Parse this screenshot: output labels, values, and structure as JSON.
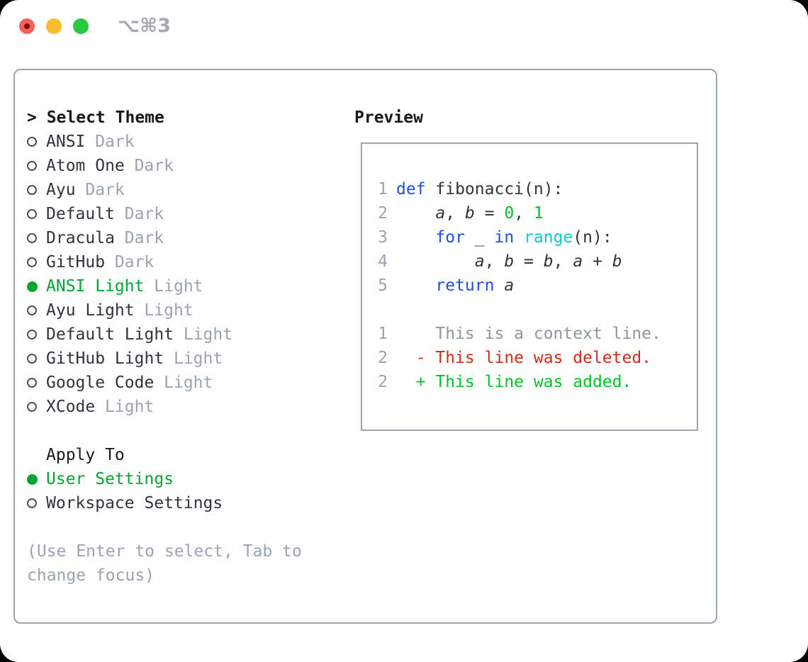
{
  "window": {
    "title": "⌥⌘3",
    "traffic_lights": [
      {
        "name": "close",
        "color": "#ff5f57"
      },
      {
        "name": "minimize",
        "color": "#febc2e"
      },
      {
        "name": "zoom",
        "color": "#28c840"
      }
    ]
  },
  "theme_selector": {
    "heading": "> Select Theme",
    "items": [
      {
        "label": "ANSI",
        "tag": "Dark",
        "selected": false
      },
      {
        "label": "Atom One",
        "tag": "Dark",
        "selected": false
      },
      {
        "label": "Ayu",
        "tag": "Dark",
        "selected": false
      },
      {
        "label": "Default",
        "tag": "Dark",
        "selected": false
      },
      {
        "label": "Dracula",
        "tag": "Dark",
        "selected": false
      },
      {
        "label": "GitHub",
        "tag": "Dark",
        "selected": false
      },
      {
        "label": "ANSI Light",
        "tag": "Light",
        "selected": true
      },
      {
        "label": "Ayu Light",
        "tag": "Light",
        "selected": false
      },
      {
        "label": "Default Light",
        "tag": "Light",
        "selected": false
      },
      {
        "label": "GitHub Light",
        "tag": "Light",
        "selected": false
      },
      {
        "label": "Google Code",
        "tag": "Light",
        "selected": false
      },
      {
        "label": "XCode",
        "tag": "Light",
        "selected": false
      }
    ],
    "apply_to": {
      "heading": "Apply To",
      "options": [
        {
          "label": "User Settings",
          "selected": true
        },
        {
          "label": "Workspace Settings",
          "selected": false
        }
      ]
    },
    "hint": "(Use Enter to select, Tab to change focus)"
  },
  "preview": {
    "heading": "Preview",
    "code_lines": [
      {
        "num": "1",
        "segments": [
          {
            "t": "def",
            "c": "keyword"
          },
          {
            "t": " fibonacci(n):",
            "c": "plain"
          }
        ]
      },
      {
        "num": "2",
        "segments": [
          {
            "t": "    ",
            "c": "plain"
          },
          {
            "t": "a",
            "c": "var"
          },
          {
            "t": ", ",
            "c": "plain"
          },
          {
            "t": "b",
            "c": "var"
          },
          {
            "t": " = ",
            "c": "plain"
          },
          {
            "t": "0",
            "c": "number"
          },
          {
            "t": ", ",
            "c": "plain"
          },
          {
            "t": "1",
            "c": "number"
          }
        ]
      },
      {
        "num": "3",
        "segments": [
          {
            "t": "    ",
            "c": "plain"
          },
          {
            "t": "for",
            "c": "keyword"
          },
          {
            "t": " _ ",
            "c": "plain"
          },
          {
            "t": "in",
            "c": "keyword"
          },
          {
            "t": " ",
            "c": "plain"
          },
          {
            "t": "range",
            "c": "builtin"
          },
          {
            "t": "(n):",
            "c": "plain"
          }
        ]
      },
      {
        "num": "4",
        "segments": [
          {
            "t": "        ",
            "c": "plain"
          },
          {
            "t": "a",
            "c": "var"
          },
          {
            "t": ", ",
            "c": "plain"
          },
          {
            "t": "b",
            "c": "var"
          },
          {
            "t": " = ",
            "c": "plain"
          },
          {
            "t": "b",
            "c": "var"
          },
          {
            "t": ", ",
            "c": "plain"
          },
          {
            "t": "a",
            "c": "var"
          },
          {
            "t": " + ",
            "c": "plain"
          },
          {
            "t": "b",
            "c": "var"
          }
        ]
      },
      {
        "num": "5",
        "segments": [
          {
            "t": "    ",
            "c": "plain"
          },
          {
            "t": "return",
            "c": "keyword"
          },
          {
            "t": " ",
            "c": "plain"
          },
          {
            "t": "a",
            "c": "var"
          }
        ]
      }
    ],
    "diff_lines": [
      {
        "num": "1",
        "text": "    This is a context line.",
        "kind": "context"
      },
      {
        "num": "2",
        "text": "  - This line was deleted.",
        "kind": "deleted"
      },
      {
        "num": "2",
        "text": "  + This line was added.",
        "kind": "added"
      }
    ]
  },
  "colors": {
    "border": "#9ca5b2",
    "text": "#2f353c",
    "muted": "#9aa4b1",
    "selection_green": "#00a532",
    "bright_green": "#00c228",
    "keyword_blue": "#1e50dc",
    "builtin_cyan": "#0ac8d7",
    "deleted_red": "#cd2d19",
    "title_gray": "#a2a8b0"
  }
}
